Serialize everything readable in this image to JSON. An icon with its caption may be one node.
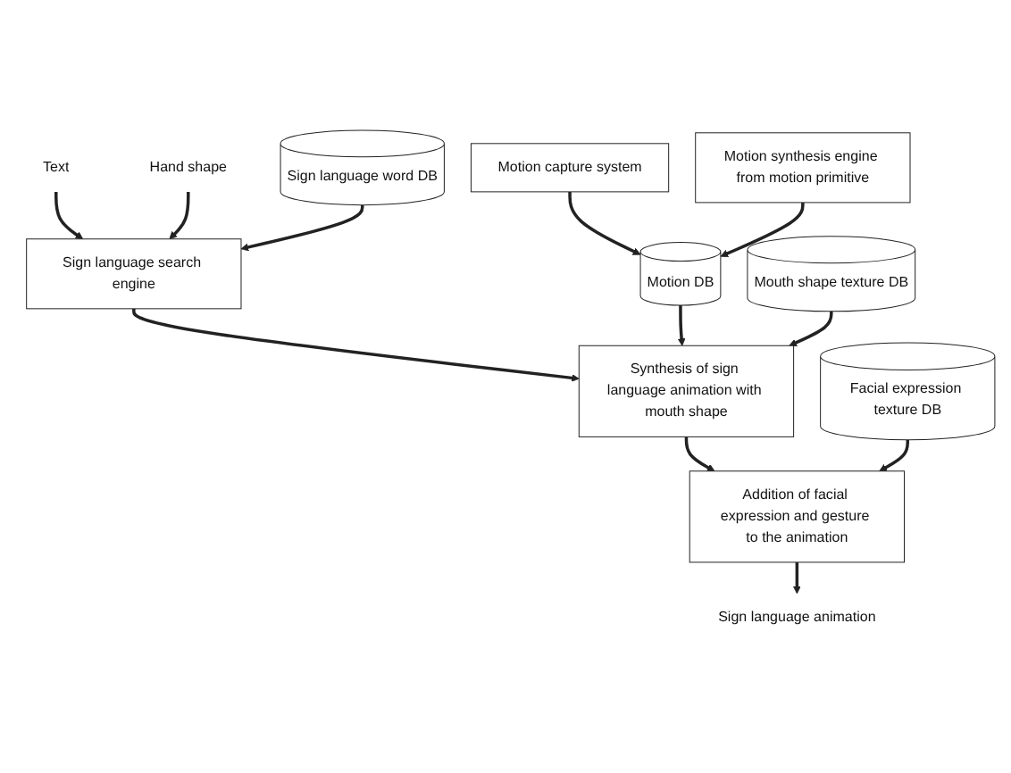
{
  "diagram": {
    "nodes": [
      {
        "text": [
          "Text"
        ]
      },
      {
        "text": [
          "Hand shape"
        ]
      },
      {
        "text": [
          "Sign language word DB"
        ]
      },
      {
        "text": [
          "Sign language search engine"
        ]
      },
      {
        "text": [
          "Motion DB"
        ]
      },
      {
        "text": [
          "Synthesis of sign language animation with mouth shape"
        ]
      },
      {
        "text": [
          "Mouth shape texture DB"
        ]
      },
      {
        "text": [
          "Addition of facial expression and gesture to the animation"
        ]
      },
      {
        "text": [
          "Facial expression texture DB"
        ]
      },
      {
        "text": [
          "Motion capture system"
        ]
      },
      {
        "text": [
          "Sign language animation"
        ]
      },
      {
        "text": [
          "Motion synthesis engine from motion primitive"
        ]
      }
    ],
    "edges": [
      {
        "from": 0,
        "to": 3,
        "arrow": "to"
      },
      {
        "from": 1,
        "to": 3,
        "arrow": "to"
      },
      {
        "from": 2,
        "to": 3,
        "arrow": "to"
      },
      {
        "from": 3,
        "to": 5,
        "arrow": "to"
      },
      {
        "from": 4,
        "to": 5,
        "arrow": "to"
      },
      {
        "from": 6,
        "to": 5,
        "arrow": "to"
      },
      {
        "from": 5,
        "to": 7,
        "arrow": "to"
      },
      {
        "from": 8,
        "to": 7,
        "arrow": "to"
      },
      {
        "from": 7,
        "to": 10,
        "arrow": "to"
      },
      {
        "from": 9,
        "to": 4,
        "arrow": "to"
      },
      {
        "from": 11,
        "to": 4,
        "arrow": "to"
      }
    ]
  }
}
